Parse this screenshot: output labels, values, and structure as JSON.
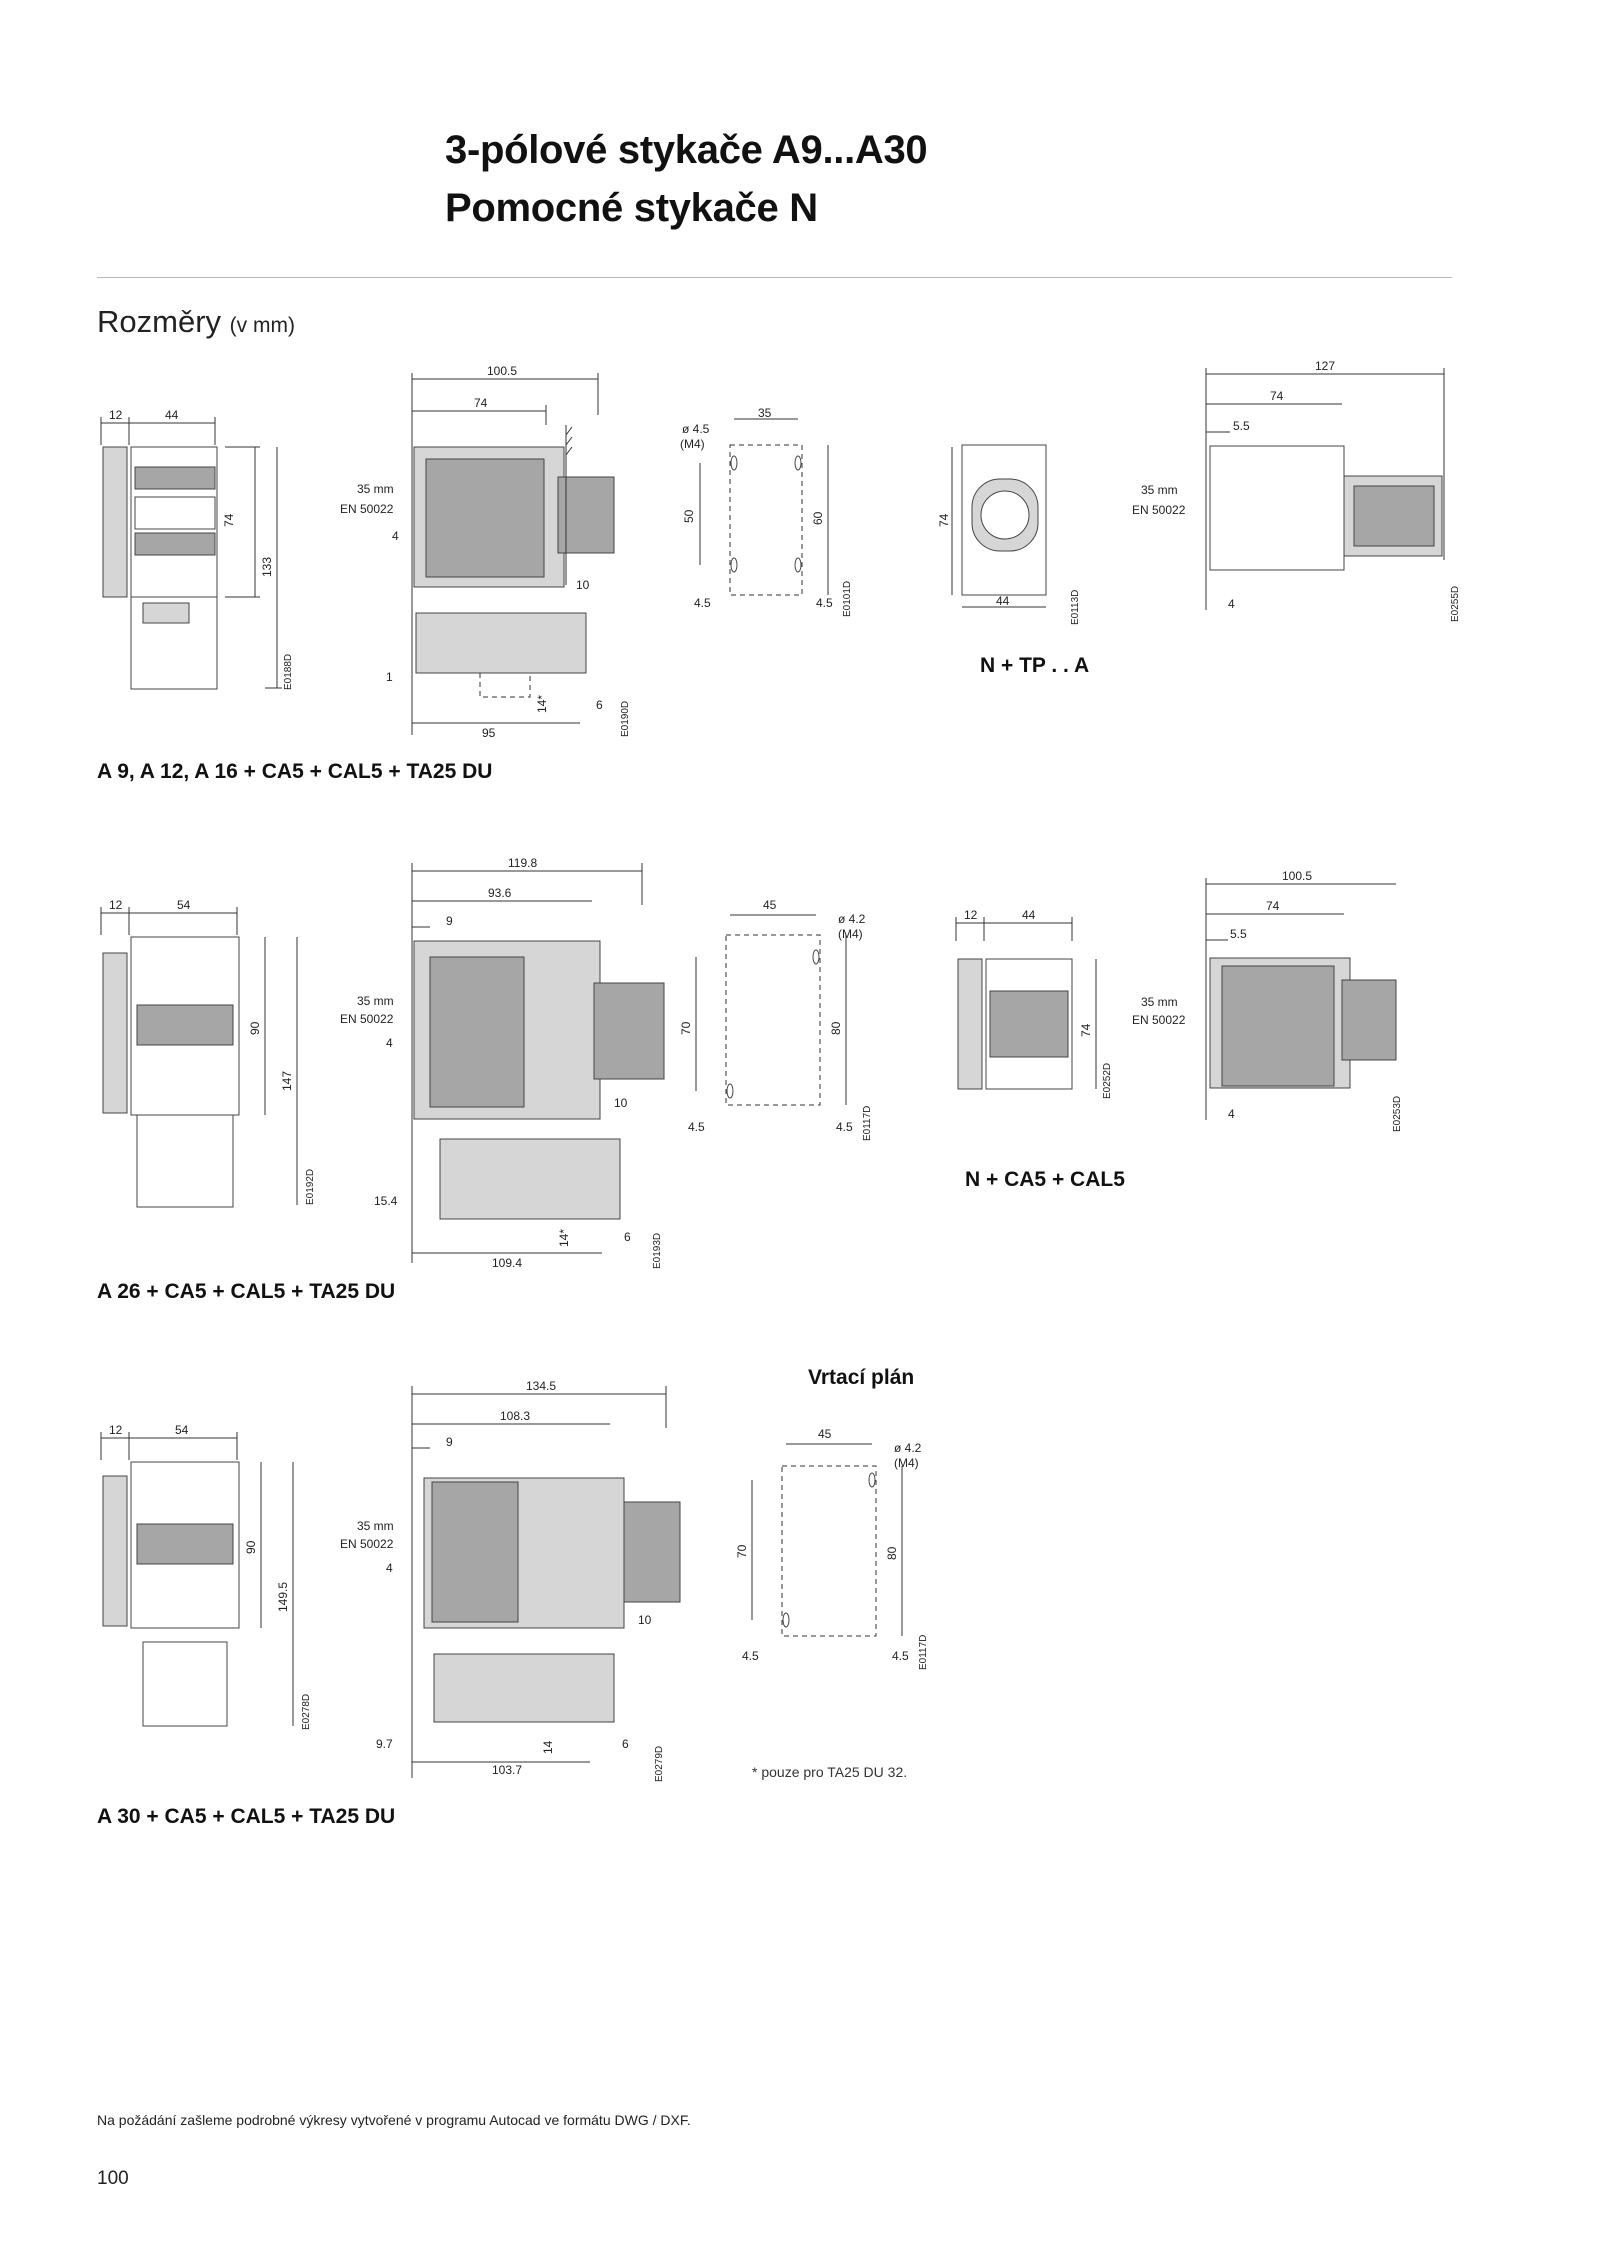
{
  "header": {
    "title_line1": "3-pólové stykače A9...A30",
    "title_line2": "Pomocné stykače N"
  },
  "section": {
    "heading": "Rozměry",
    "unit": "(v mm)"
  },
  "rows": [
    {
      "caption": "A 9, A 12, A 16 + CA5 + CAL5 + TA25 DU",
      "front": {
        "w1": "12",
        "w2": "44",
        "h1": "74",
        "h2": "133",
        "code": "E0188D"
      },
      "side": {
        "d1": "100.5",
        "d2": "74",
        "rail1": "35 mm",
        "rail2": "EN 50022",
        "d3": "4",
        "d4": "10",
        "d5": "1",
        "d6": "14*",
        "d7": "6",
        "d8": "95",
        "code": "E0190D"
      },
      "drill": {
        "w": "35",
        "hole1": "ø 4.5",
        "hole2": "(M4)",
        "h1": "50",
        "h2": "60",
        "o1": "4.5",
        "o2": "4.5",
        "code": "E0101D"
      }
    },
    {
      "caption": "A 26 + CA5 + CAL5 + TA25 DU",
      "front": {
        "w1": "12",
        "w2": "54",
        "h1": "90",
        "h2": "147",
        "code": "E0192D"
      },
      "side": {
        "d1": "119.8",
        "d2": "93.6",
        "d0": "9",
        "rail1": "35 mm",
        "rail2": "EN 50022",
        "d3": "4",
        "d4": "10",
        "d5": "15.4",
        "d6": "14*",
        "d7": "6",
        "d8": "109.4",
        "code": "E0193D"
      },
      "drill": {
        "w": "45",
        "hole1": "ø 4.2",
        "hole2": "(M4)",
        "h1": "70",
        "h2": "80",
        "o1": "4.5",
        "o2": "4.5",
        "code": "E0117D"
      }
    },
    {
      "caption": "A 30 + CA5 + CAL5 + TA25 DU",
      "front": {
        "w1": "12",
        "w2": "54",
        "h1": "90",
        "h2": "149.5",
        "code": "E0278D"
      },
      "side": {
        "d1": "134.5",
        "d2": "108.3",
        "d0": "9",
        "rail1": "35 mm",
        "rail2": "EN 50022",
        "d3": "4",
        "d4": "10",
        "d5": "9.7",
        "d6": "14",
        "d7": "6",
        "d8": "103.7",
        "code": "E0279D"
      },
      "drill": {
        "w": "45",
        "hole1": "ø 4.2",
        "hole2": "(M4)",
        "h1": "70",
        "h2": "80",
        "o1": "4.5",
        "o2": "4.5",
        "code": "E0117D"
      }
    }
  ],
  "ntp": {
    "caption": "N + TP . . A",
    "front": {
      "h": "74",
      "w": "44",
      "code": "E0113D"
    },
    "side": {
      "d1": "127",
      "d2": "74",
      "d0": "5.5",
      "rail1": "35 mm",
      "rail2": "EN 50022",
      "d3": "4",
      "code": "E0255D"
    }
  },
  "nca": {
    "caption": "N + CA5 + CAL5",
    "front": {
      "w1": "12",
      "w2": "44",
      "h": "74",
      "code": "E0252D"
    },
    "side": {
      "d1": "100.5",
      "d2": "74",
      "d0": "5.5",
      "rail1": "35 mm",
      "rail2": "EN 50022",
      "d3": "4",
      "code": "E0253D"
    }
  },
  "drill_heading": "Vrtací plán",
  "footnote": "* pouze pro TA25 DU 32.",
  "footer_note": "Na požádání zašleme podrobné výkresy vytvořené v programu Autocad ve formátu DWG / DXF.",
  "page_number": "100"
}
